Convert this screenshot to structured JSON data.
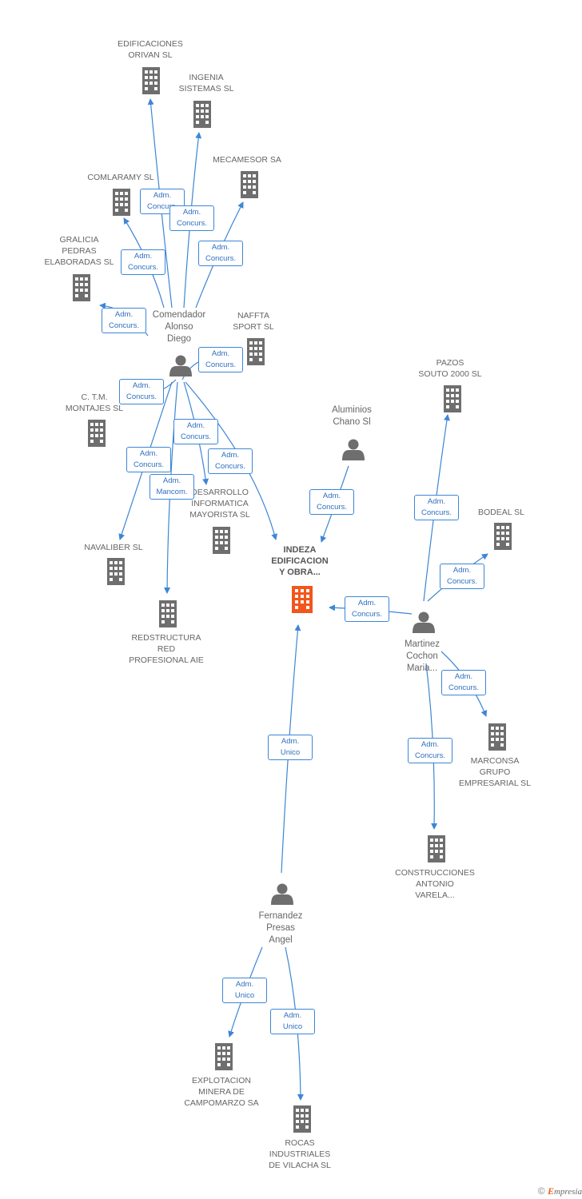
{
  "colors": {
    "edge": "#3d86d6",
    "label_border": "#3d86d6",
    "label_text": "#2f6fc0",
    "node_icon": "#6e6e6e",
    "focus_icon": "#f2561d",
    "text": "#666666"
  },
  "nodes": {
    "edificaciones_orivan": "EDIFICACIONES\nORIVAN SL",
    "ingenia": "INGENIA\nSISTEMAS SL",
    "mecamesor": "MECAMESOR SA",
    "comlaramy": "COMLARAMY SL",
    "gralicia": "GRALICIA\nPEDRAS\nELABORADAS SL",
    "naffta": "NAFFTA\nSPORT SL",
    "comendador": "Comendador\nAlonso\nDiego",
    "ctm": "C. T.M.\nMONTAJES SL",
    "pazos": "PAZOS\nSOUTO 2000 SL",
    "aluminios": "Aluminios\nChano Sl",
    "desarrollo": "DESARROLLO\nINFORMATICA\nMAYORISTA SL",
    "bodeal": "BODEAL SL",
    "navaliber": "NAVALIBER SL",
    "indeza": "INDEZA\nEDIFICACION\nY OBRA...",
    "redstructura": "REDSTRUCTURA\nRED\nPROFESIONAL AIE",
    "martinez": "Martinez\nCochon\nMaria...",
    "marconsa": "MARCONSA\nGRUPO\nEMPRESARIAL SL",
    "construcciones": "CONSTRUCCIONES\nANTONIO\nVARELA...",
    "fernandez": "Fernandez\nPresas\nAngel",
    "explotacion": "EXPLOTACION\nMINERA DE\nCAMPOMARZO SA",
    "rocas": "ROCAS\nINDUSTRIALES\nDE VILACHA SL"
  },
  "relations": {
    "adm_concurs": "Adm.\nConcurs.",
    "adm_unico": "Adm.\nUnico",
    "adm_mancom": "Adm.\nMancom."
  },
  "footer": {
    "copyright": "©",
    "brand_initial": "E",
    "brand_rest": "mpresia"
  }
}
